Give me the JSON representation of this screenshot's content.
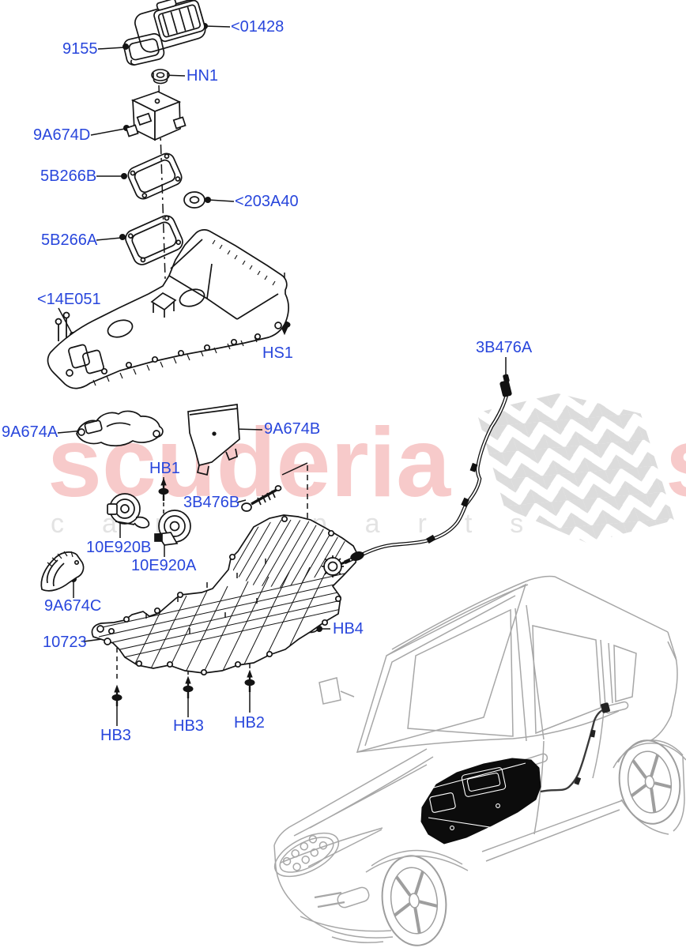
{
  "watermark": {
    "brand": "scuderia",
    "brand_partial_right": "sc",
    "tagline": "car parts"
  },
  "colors": {
    "label_blue": "#2846dc",
    "watermark_pink": "#f7caca",
    "watermark_gray": "#e3e3e3",
    "flag_gray": "#dcdcdc",
    "diagram_line": "#141414",
    "vehicle_line": "#a7a7a7"
  },
  "labels": [
    {
      "id": "9155",
      "text": "9155"
    },
    {
      "id": "01428",
      "text": "<01428"
    },
    {
      "id": "HN1",
      "text": "HN1"
    },
    {
      "id": "9A674D",
      "text": "9A674D"
    },
    {
      "id": "5B266B",
      "text": "5B266B"
    },
    {
      "id": "203A40",
      "text": "<203A40"
    },
    {
      "id": "5B266A",
      "text": "5B266A"
    },
    {
      "id": "14E051",
      "text": "<14E051"
    },
    {
      "id": "HS1",
      "text": "HS1"
    },
    {
      "id": "3B476A",
      "text": "3B476A"
    },
    {
      "id": "9A674A",
      "text": "9A674A"
    },
    {
      "id": "9A674B",
      "text": "9A674B"
    },
    {
      "id": "HB1",
      "text": "HB1"
    },
    {
      "id": "3B476B",
      "text": "3B476B"
    },
    {
      "id": "10E920B",
      "text": "10E920B"
    },
    {
      "id": "10E920A",
      "text": "10E920A"
    },
    {
      "id": "9A674C",
      "text": "9A674C"
    },
    {
      "id": "10723",
      "text": "10723"
    },
    {
      "id": "HB4",
      "text": "HB4"
    },
    {
      "id": "HB3a",
      "text": "HB3"
    },
    {
      "id": "HB3b",
      "text": "HB3"
    },
    {
      "id": "HB2",
      "text": "HB2"
    }
  ]
}
